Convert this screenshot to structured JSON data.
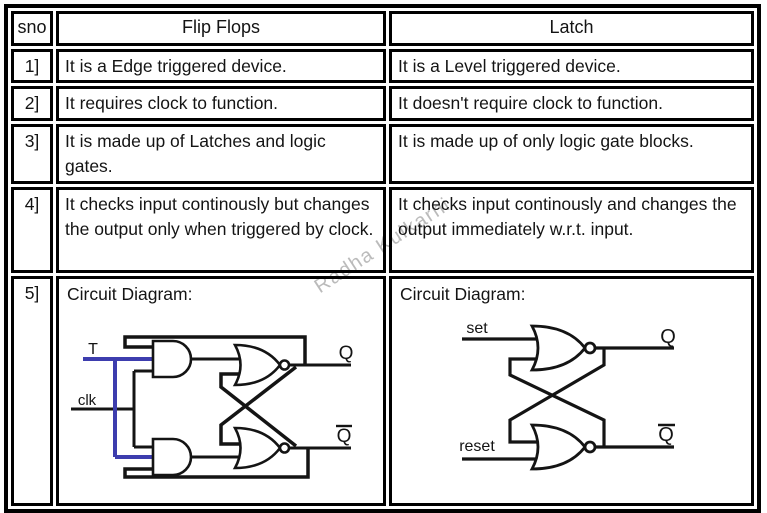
{
  "watermark": "Radha Kulkarni",
  "colors": {
    "border": "#000000",
    "text": "#141414",
    "wire_black": "#141414",
    "wire_blue": "#3d3dae",
    "watermark_gray": "#7d7d7d",
    "background": "#ffffff"
  },
  "table": {
    "headers": {
      "sno": "sno",
      "flip_flops": "Flip Flops",
      "latch": "Latch"
    },
    "rows": [
      {
        "sno": "1]",
        "flip_flops": "It is a Edge triggered device.",
        "latch": "It is a Level triggered device."
      },
      {
        "sno": "2]",
        "flip_flops": "It requires clock to function.",
        "latch": "It doesn't require clock to function."
      },
      {
        "sno": "3]",
        "flip_flops": "It is made up of Latches and logic gates.",
        "latch": "It is made up of only logic gate blocks."
      },
      {
        "sno": "4]",
        "flip_flops": "It checks input continously but changes the output only when triggered by clock.",
        "latch": "It checks input continously and changes the output immediately w.r.t. input."
      },
      {
        "sno": "5]",
        "flip_flops_heading": "Circuit Diagram:",
        "latch_heading": "Circuit Diagram:"
      }
    ]
  },
  "circuits": {
    "flip_flop": {
      "input_t": "T",
      "input_clk": "clk",
      "output_q": "Q",
      "output_qbar": "Q̄",
      "qbar_base_glyph": "Q",
      "gates": [
        "AND",
        "AND",
        "NOR",
        "NOR"
      ],
      "t_wire_color": "#3d3dae"
    },
    "latch": {
      "input_set": "set",
      "input_reset": "reset",
      "output_q": "Q",
      "output_qbar": "Q̄",
      "qbar_base_glyph": "Q",
      "gates": [
        "NOR",
        "NOR"
      ]
    }
  }
}
